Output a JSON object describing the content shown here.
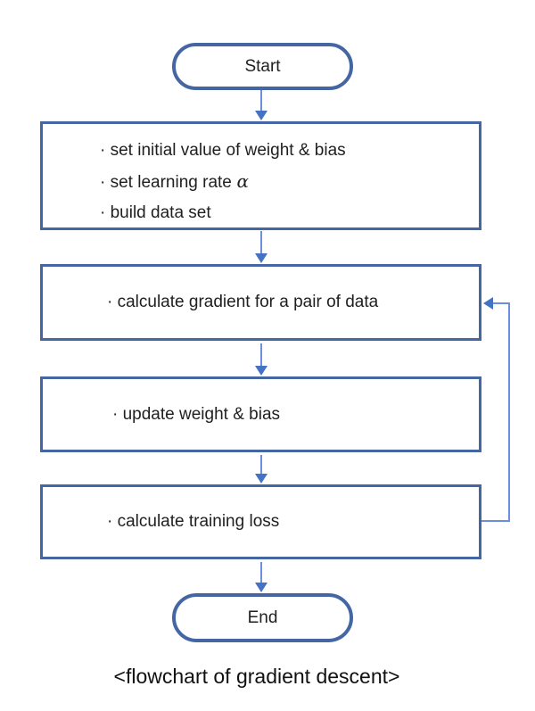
{
  "flowchart": {
    "start_label": "Start",
    "end_label": "End",
    "caption": "<flowchart of gradient descent>",
    "steps": {
      "setup": {
        "line1": "· set initial value of weight & bias",
        "line2_text": "· set learning rate",
        "line2_symbol": "α",
        "line3": "· build data set"
      },
      "gradient": {
        "label": "· calculate gradient for a pair of data"
      },
      "update": {
        "label": "· update weight & bias"
      },
      "loss": {
        "label": "· calculate training loss"
      }
    },
    "colors": {
      "shape_border": "#4466A3",
      "connector_line": "#6B8FDC",
      "connector_head": "#4472C4",
      "text": "#1f1f1f"
    }
  }
}
